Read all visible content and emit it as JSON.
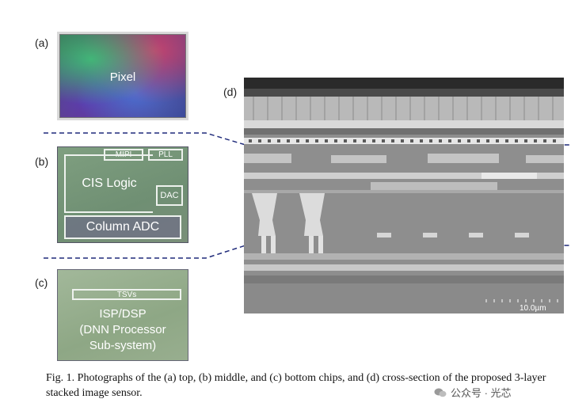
{
  "panels": {
    "a": {
      "label": "(a)",
      "block": "Pixel"
    },
    "b": {
      "label": "(b)",
      "blocks": {
        "mipi": "MIPI",
        "pll": "PLL",
        "logic": "CIS Logic",
        "dac": "DAC",
        "adc": "Column ADC"
      }
    },
    "c": {
      "label": "(c)",
      "blocks": {
        "tsvs": "TSVs",
        "line1": "ISP/DSP",
        "line2": "(DNN Processor",
        "line3": "Sub-system)"
      }
    },
    "d": {
      "label": "(d)",
      "scale_bar": "10.0µm"
    }
  },
  "caption": "Fig. 1. Photographs of the (a) top, (b) middle, and (c) bottom chips, and (d) cross-section of the proposed 3-layer stacked image sensor.",
  "watermark": "公众号 · 光芯",
  "colors": {
    "dash_line": "#1f2a7a",
    "block_outline": "#eef2ee"
  }
}
